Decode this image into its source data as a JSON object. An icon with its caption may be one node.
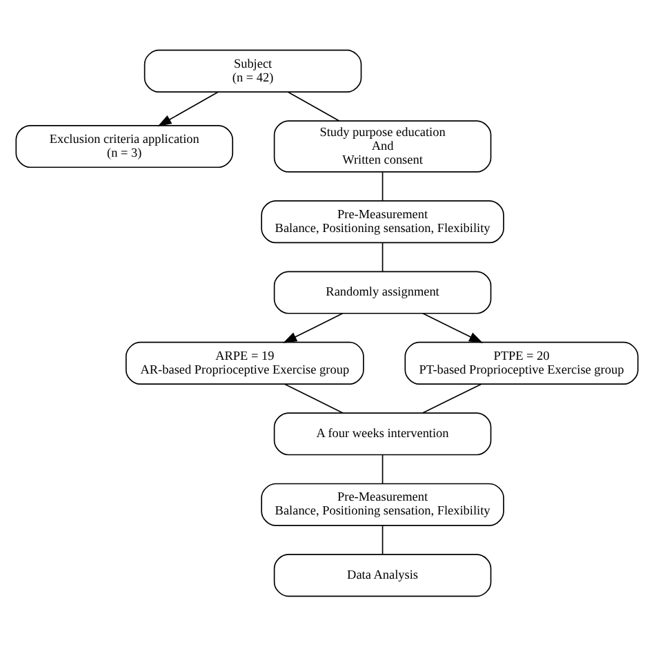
{
  "diagram": {
    "nodes": [
      {
        "text": [
          "Subject",
          "(n = 42)"
        ]
      },
      {
        "text": [
          "Exclusion criteria application",
          "(n = 3)"
        ]
      },
      {
        "text": [
          "Study purpose education",
          "And",
          "Written consent"
        ]
      },
      {
        "text": [
          "Pre-Measurement",
          "Balance, Positioning sensation, Flexibility"
        ]
      },
      {
        "text": [
          "Randomly assignment"
        ]
      },
      {
        "text": [
          "ARPE = 19",
          "AR-based Proprioceptive Exercise group"
        ]
      },
      {
        "text": [
          "PTPE = 20",
          "PT-based Proprioceptive Exercise group"
        ]
      },
      {
        "text": [
          "A four weeks intervention"
        ]
      },
      {
        "text": [
          "Pre-Measurement",
          "Balance, Positioning sensation, Flexibility"
        ]
      },
      {
        "text": [
          "Data Analysis"
        ]
      }
    ],
    "edges": [
      {
        "from": 0,
        "to": 1,
        "arrow": "to"
      },
      {
        "from": 0,
        "to": 2,
        "arrow": "none"
      },
      {
        "from": 2,
        "to": 3,
        "arrow": "none"
      },
      {
        "from": 3,
        "to": 4,
        "arrow": "none"
      },
      {
        "from": 4,
        "to": 5,
        "arrow": "to"
      },
      {
        "from": 4,
        "to": 6,
        "arrow": "to"
      },
      {
        "from": 5,
        "to": 7,
        "arrow": "none"
      },
      {
        "from": 6,
        "to": 7,
        "arrow": "none"
      },
      {
        "from": 7,
        "to": 8,
        "arrow": "none"
      },
      {
        "from": 8,
        "to": 9,
        "arrow": "none"
      }
    ]
  }
}
